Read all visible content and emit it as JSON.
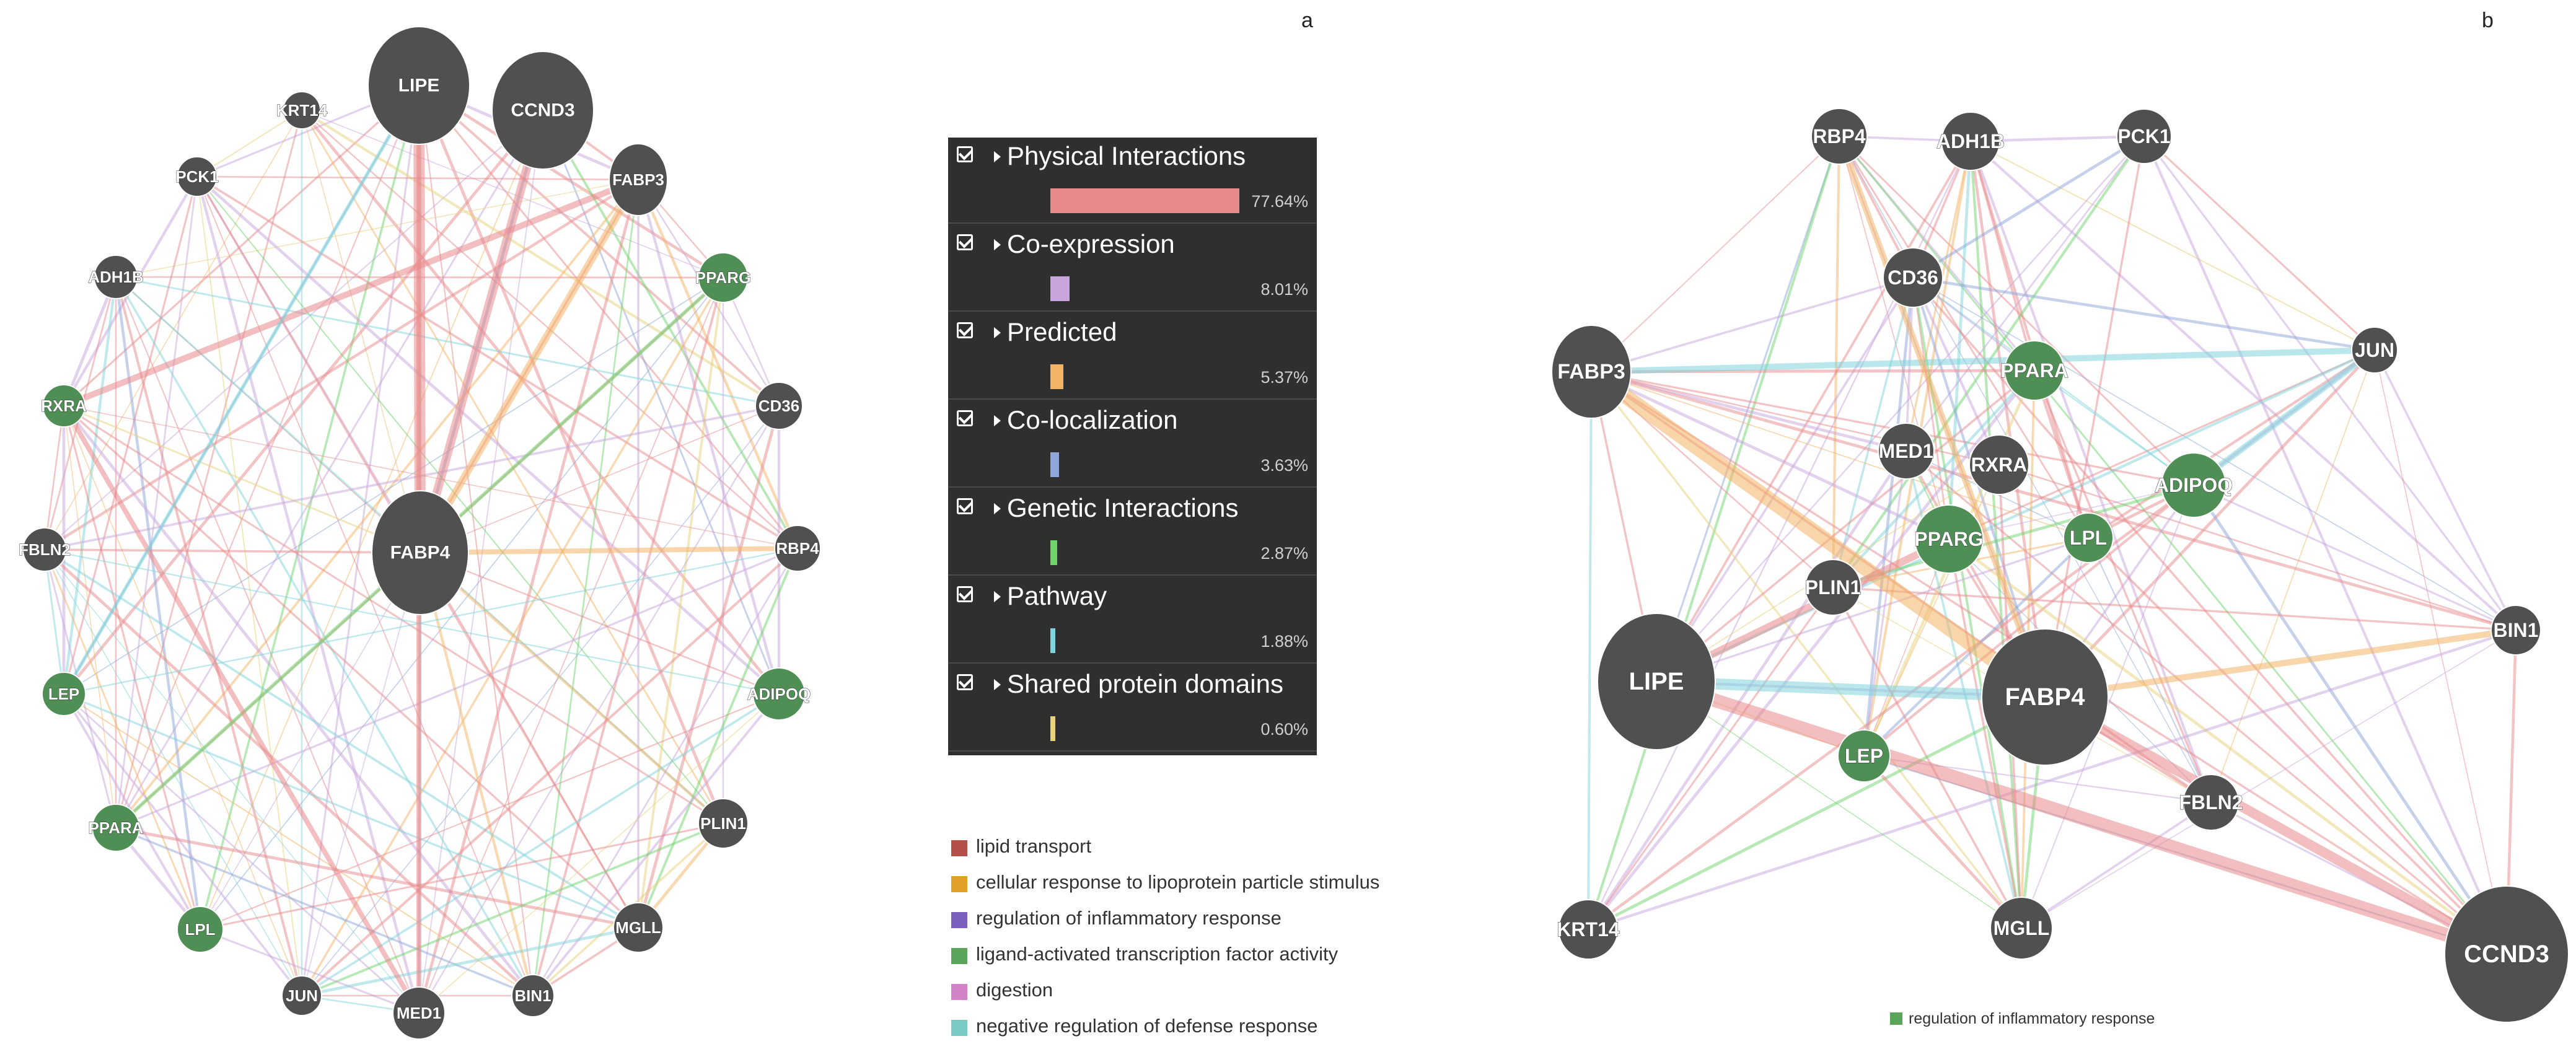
{
  "panel_labels": {
    "a": "a",
    "b": "b"
  },
  "colors": {
    "node": "#505050",
    "physical": "#e8898b",
    "coexpression": "#c8a5dc",
    "predicted": "#f3b366",
    "colocalization": "#8ea6d9",
    "genetic": "#6ed36b",
    "pathway": "#7fd3da",
    "shared": "#e6d17a",
    "lipid_transport": "#b54f4a",
    "cellular_response": "#e0a028",
    "regulation_inflammatory": "#7a5fbd",
    "ligand_activated": "#5aa55a",
    "digestion": "#d083c9",
    "negative_regulation": "#79c9c4",
    "green_node": "#4f8f55"
  },
  "network_a": {
    "nodes": [
      {
        "id": "LIPE",
        "label": "LIPE"
      },
      {
        "id": "CCND3",
        "label": "CCND3"
      },
      {
        "id": "KRT14",
        "label": "KRT14"
      },
      {
        "id": "FABP3",
        "label": "FABP3"
      },
      {
        "id": "PCK1",
        "label": "PCK1"
      },
      {
        "id": "ADH1B",
        "label": "ADH1B"
      },
      {
        "id": "PPARG",
        "label": "PPARG"
      },
      {
        "id": "RXRA",
        "label": "RXRA"
      },
      {
        "id": "CD36",
        "label": "CD36"
      },
      {
        "id": "FABP4",
        "label": "FABP4"
      },
      {
        "id": "FBLN2",
        "label": "FBLN2"
      },
      {
        "id": "RBP4",
        "label": "RBP4"
      },
      {
        "id": "LEP",
        "label": "LEP"
      },
      {
        "id": "ADIPOQ",
        "label": "ADIPOQ"
      },
      {
        "id": "PPARA",
        "label": "PPARA"
      },
      {
        "id": "PLIN1",
        "label": "PLIN1"
      },
      {
        "id": "LPL",
        "label": "LPL"
      },
      {
        "id": "MGLL",
        "label": "MGLL"
      },
      {
        "id": "JUN",
        "label": "JUN"
      },
      {
        "id": "MED1",
        "label": "MED1"
      },
      {
        "id": "BIN1",
        "label": "BIN1"
      }
    ]
  },
  "network_b": {
    "nodes": [
      {
        "id": "RBP4",
        "label": "RBP4"
      },
      {
        "id": "ADH1B",
        "label": "ADH1B"
      },
      {
        "id": "PCK1",
        "label": "PCK1"
      },
      {
        "id": "CD36",
        "label": "CD36"
      },
      {
        "id": "JUN",
        "label": "JUN"
      },
      {
        "id": "FABP3",
        "label": "FABP3"
      },
      {
        "id": "PPARA",
        "label": "PPARA"
      },
      {
        "id": "MED1",
        "label": "MED1"
      },
      {
        "id": "RXRA",
        "label": "RXRA"
      },
      {
        "id": "ADIPOQ",
        "label": "ADIPOQ"
      },
      {
        "id": "PPARG",
        "label": "PPARG"
      },
      {
        "id": "LPL",
        "label": "LPL"
      },
      {
        "id": "PLIN1",
        "label": "PLIN1"
      },
      {
        "id": "BIN1",
        "label": "BIN1"
      },
      {
        "id": "LIPE",
        "label": "LIPE"
      },
      {
        "id": "FABP4",
        "label": "FABP4"
      },
      {
        "id": "LEP",
        "label": "LEP"
      },
      {
        "id": "FBLN2",
        "label": "FBLN2"
      },
      {
        "id": "KRT14",
        "label": "KRT14"
      },
      {
        "id": "MGLL",
        "label": "MGLL"
      },
      {
        "id": "CCND3",
        "label": "CCND3"
      }
    ]
  },
  "network_weights": [
    {
      "label": "Physical Interactions",
      "percent": "77.64%",
      "value": 77.64,
      "color": "#e8898b"
    },
    {
      "label": "Co-expression",
      "percent": "8.01%",
      "value": 8.01,
      "color": "#c8a5dc"
    },
    {
      "label": "Predicted",
      "percent": "5.37%",
      "value": 5.37,
      "color": "#f3b366"
    },
    {
      "label": "Co-localization",
      "percent": "3.63%",
      "value": 3.63,
      "color": "#8ea6d9"
    },
    {
      "label": "Genetic Interactions",
      "percent": "2.87%",
      "value": 2.87,
      "color": "#6ed36b"
    },
    {
      "label": "Pathway",
      "percent": "1.88%",
      "value": 1.88,
      "color": "#7fd3da"
    },
    {
      "label": "Shared protein domains",
      "percent": "0.60%",
      "value": 0.6,
      "color": "#e6d17a"
    }
  ],
  "function_legend": [
    {
      "label": "lipid transport",
      "color": "#b54f4a"
    },
    {
      "label": "cellular response to lipoprotein particle stimulus",
      "color": "#e0a028"
    },
    {
      "label": "regulation of inflammatory response",
      "color": "#7a5fbd"
    },
    {
      "label": "ligand-activated transcription factor activity",
      "color": "#5aa55a"
    },
    {
      "label": "digestion",
      "color": "#d083c9"
    },
    {
      "label": "negative regulation of defense response",
      "color": "#79c9c4"
    }
  ],
  "legend_b": {
    "label": "regulation of inflammatory response",
    "color": "#5aa55a"
  }
}
